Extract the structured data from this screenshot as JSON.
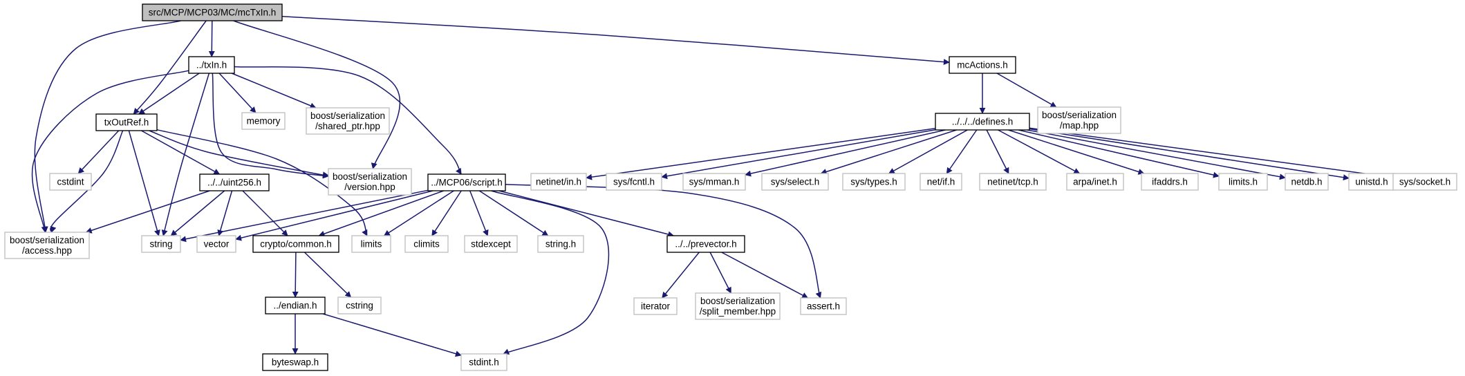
{
  "graph": {
    "edge_color": "#191970",
    "box_colors": {
      "root_fill": "#bfbfbf",
      "documented_border": "#000000",
      "external_border": "#bfbfbf"
    },
    "nodes": [
      {
        "id": "root",
        "label": [
          "src/MCP/MCP03/MC/mcTxIn.h"
        ],
        "kind": "root"
      },
      {
        "id": "txin",
        "label": [
          "../txIn.h"
        ],
        "kind": "doc"
      },
      {
        "id": "mcactions",
        "label": [
          "mcActions.h"
        ],
        "kind": "doc"
      },
      {
        "id": "txoutref",
        "label": [
          "txOutRef.h"
        ],
        "kind": "doc"
      },
      {
        "id": "memory",
        "label": [
          "memory"
        ],
        "kind": "ext"
      },
      {
        "id": "shared_ptr",
        "label": [
          "boost/serialization",
          "/shared_ptr.hpp"
        ],
        "kind": "ext"
      },
      {
        "id": "defines",
        "label": [
          "../../../defines.h"
        ],
        "kind": "doc"
      },
      {
        "id": "map",
        "label": [
          "boost/serialization",
          "/map.hpp"
        ],
        "kind": "ext"
      },
      {
        "id": "cstdint",
        "label": [
          "cstdint"
        ],
        "kind": "ext"
      },
      {
        "id": "uint256",
        "label": [
          "../../uint256.h"
        ],
        "kind": "doc"
      },
      {
        "id": "version",
        "label": [
          "boost/serialization",
          "/version.hpp"
        ],
        "kind": "ext"
      },
      {
        "id": "script",
        "label": [
          "../MCP06/script.h"
        ],
        "kind": "doc"
      },
      {
        "id": "netinet_in",
        "label": [
          "netinet/in.h"
        ],
        "kind": "ext"
      },
      {
        "id": "sys_fcntl",
        "label": [
          "sys/fcntl.h"
        ],
        "kind": "ext"
      },
      {
        "id": "sys_mman",
        "label": [
          "sys/mman.h"
        ],
        "kind": "ext"
      },
      {
        "id": "sys_select",
        "label": [
          "sys/select.h"
        ],
        "kind": "ext"
      },
      {
        "id": "sys_types",
        "label": [
          "sys/types.h"
        ],
        "kind": "ext"
      },
      {
        "id": "net_if",
        "label": [
          "net/if.h"
        ],
        "kind": "ext"
      },
      {
        "id": "netinet_tcp",
        "label": [
          "netinet/tcp.h"
        ],
        "kind": "ext"
      },
      {
        "id": "arpa_inet",
        "label": [
          "arpa/inet.h"
        ],
        "kind": "ext"
      },
      {
        "id": "ifaddrs",
        "label": [
          "ifaddrs.h"
        ],
        "kind": "ext"
      },
      {
        "id": "limits_h",
        "label": [
          "limits.h"
        ],
        "kind": "ext"
      },
      {
        "id": "netdb",
        "label": [
          "netdb.h"
        ],
        "kind": "ext"
      },
      {
        "id": "unistd",
        "label": [
          "unistd.h"
        ],
        "kind": "ext"
      },
      {
        "id": "sys_socket",
        "label": [
          "sys/socket.h"
        ],
        "kind": "ext"
      },
      {
        "id": "access",
        "label": [
          "boost/serialization",
          "/access.hpp"
        ],
        "kind": "ext"
      },
      {
        "id": "string",
        "label": [
          "string"
        ],
        "kind": "ext"
      },
      {
        "id": "vector",
        "label": [
          "vector"
        ],
        "kind": "ext"
      },
      {
        "id": "crypto_common",
        "label": [
          "crypto/common.h"
        ],
        "kind": "doc"
      },
      {
        "id": "limits",
        "label": [
          "limits"
        ],
        "kind": "ext"
      },
      {
        "id": "climits",
        "label": [
          "climits"
        ],
        "kind": "ext"
      },
      {
        "id": "stdexcept",
        "label": [
          "stdexcept"
        ],
        "kind": "ext"
      },
      {
        "id": "string_h",
        "label": [
          "string.h"
        ],
        "kind": "ext"
      },
      {
        "id": "prevector",
        "label": [
          "../../prevector.h"
        ],
        "kind": "doc"
      },
      {
        "id": "iterator",
        "label": [
          "iterator"
        ],
        "kind": "ext"
      },
      {
        "id": "split_member",
        "label": [
          "boost/serialization",
          "/split_member.hpp"
        ],
        "kind": "ext"
      },
      {
        "id": "assert_h",
        "label": [
          "assert.h"
        ],
        "kind": "ext"
      },
      {
        "id": "endian",
        "label": [
          "../endian.h"
        ],
        "kind": "doc"
      },
      {
        "id": "cstring",
        "label": [
          "cstring"
        ],
        "kind": "ext"
      },
      {
        "id": "byteswap",
        "label": [
          "byteswap.h"
        ],
        "kind": "doc"
      },
      {
        "id": "stdint",
        "label": [
          "stdint.h"
        ],
        "kind": "ext"
      }
    ],
    "edges": [
      [
        "root",
        "txin"
      ],
      [
        "root",
        "mcactions"
      ],
      [
        "root",
        "txoutref"
      ],
      [
        "root",
        "version"
      ],
      [
        "root",
        "access"
      ],
      [
        "txin",
        "txoutref"
      ],
      [
        "txin",
        "memory"
      ],
      [
        "txin",
        "shared_ptr"
      ],
      [
        "txin",
        "version"
      ],
      [
        "txin",
        "script"
      ],
      [
        "txin",
        "access"
      ],
      [
        "txin",
        "string"
      ],
      [
        "mcactions",
        "defines"
      ],
      [
        "mcactions",
        "map"
      ],
      [
        "defines",
        "netinet_in"
      ],
      [
        "defines",
        "sys_fcntl"
      ],
      [
        "defines",
        "sys_mman"
      ],
      [
        "defines",
        "sys_select"
      ],
      [
        "defines",
        "sys_types"
      ],
      [
        "defines",
        "net_if"
      ],
      [
        "defines",
        "netinet_tcp"
      ],
      [
        "defines",
        "arpa_inet"
      ],
      [
        "defines",
        "ifaddrs"
      ],
      [
        "defines",
        "limits_h"
      ],
      [
        "defines",
        "netdb"
      ],
      [
        "defines",
        "unistd"
      ],
      [
        "defines",
        "sys_socket"
      ],
      [
        "txoutref",
        "cstdint"
      ],
      [
        "txoutref",
        "uint256"
      ],
      [
        "txoutref",
        "version"
      ],
      [
        "txoutref",
        "access"
      ],
      [
        "txoutref",
        "string"
      ],
      [
        "txoutref",
        "limits"
      ],
      [
        "uint256",
        "access"
      ],
      [
        "uint256",
        "string"
      ],
      [
        "uint256",
        "vector"
      ],
      [
        "uint256",
        "crypto_common"
      ],
      [
        "script",
        "string"
      ],
      [
        "script",
        "vector"
      ],
      [
        "script",
        "crypto_common"
      ],
      [
        "script",
        "limits"
      ],
      [
        "script",
        "climits"
      ],
      [
        "script",
        "stdexcept"
      ],
      [
        "script",
        "string_h"
      ],
      [
        "script",
        "prevector"
      ],
      [
        "script",
        "assert_h"
      ],
      [
        "script",
        "stdint"
      ],
      [
        "prevector",
        "iterator"
      ],
      [
        "prevector",
        "split_member"
      ],
      [
        "prevector",
        "assert_h"
      ],
      [
        "crypto_common",
        "endian"
      ],
      [
        "crypto_common",
        "cstring"
      ],
      [
        "endian",
        "byteswap"
      ],
      [
        "endian",
        "stdint"
      ]
    ]
  }
}
